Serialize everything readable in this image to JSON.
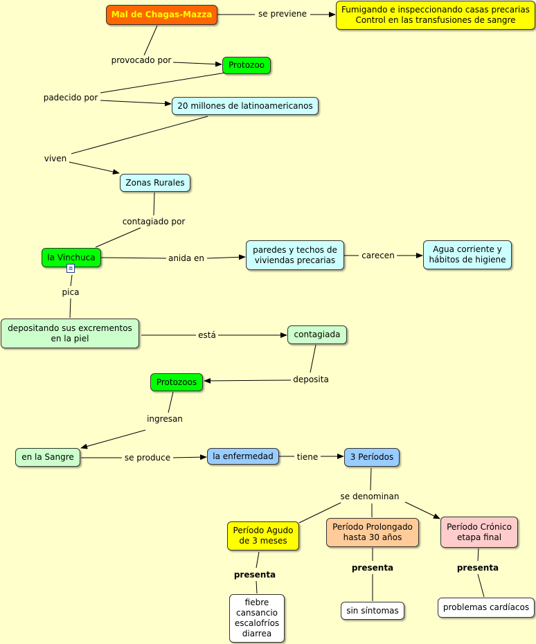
{
  "nodes": {
    "chagas": "Mal de Chagas-Mazza",
    "prevention": "Fumigando e inspeccionando casas precarias\nControl en las transfusiones de sangre",
    "protozoo": "Protozoo",
    "latinos": "20 millones de latinoamericanos",
    "zonas": "Zonas Rurales",
    "vinchuca": "la Vinchuca",
    "paredes": "paredes y techos de\nviviendas precarias",
    "agua": "Agua corriente y\nhábitos de higiene",
    "depositando": "depositando sus excrementos\nen la piel",
    "contagiada": "contagiada",
    "protozoos": "Protozoos",
    "sangre": "en la Sangre",
    "enfermedad": "la enfermedad",
    "periodos": "3 Períodos",
    "agudo": "Período Agudo\nde 3 meses",
    "prolongado": "Período Prolongado\nhasta 30 años",
    "cronico": "Período Crónico\netapa final",
    "fiebre": "fiebre\ncansancio\nescalofríos\ndiarrea",
    "sin_sintomas": "sin síntomas",
    "problemas": "problemas cardíacos"
  },
  "links": {
    "se_previene": "se previene",
    "provocado_por": "provocado por",
    "padecido_por": "padecido por",
    "viven": "viven",
    "contagiado_por": "contagiado por",
    "anida_en": "anida en",
    "carecen": "carecen",
    "pica": "pica",
    "esta": "está",
    "deposita": "deposita",
    "ingresan": "ingresan",
    "se_produce": "se produce",
    "tiene": "tiene",
    "se_denominan": "se denominan",
    "presenta_1": "presenta",
    "presenta_2": "presenta",
    "presenta_3": "presenta"
  },
  "icons": {
    "resource": "document-icon"
  },
  "colors": {
    "background": "#ffffcc",
    "root": "#ff6600",
    "root_text": "#ffff00",
    "prevention": "#ffff00",
    "green": "#00ff00",
    "cyan": "#ccffff",
    "mint": "#ccffcc",
    "blue": "#99ccff",
    "peach": "#ffcc99",
    "pink": "#ffcccc",
    "white": "#ffffff"
  }
}
